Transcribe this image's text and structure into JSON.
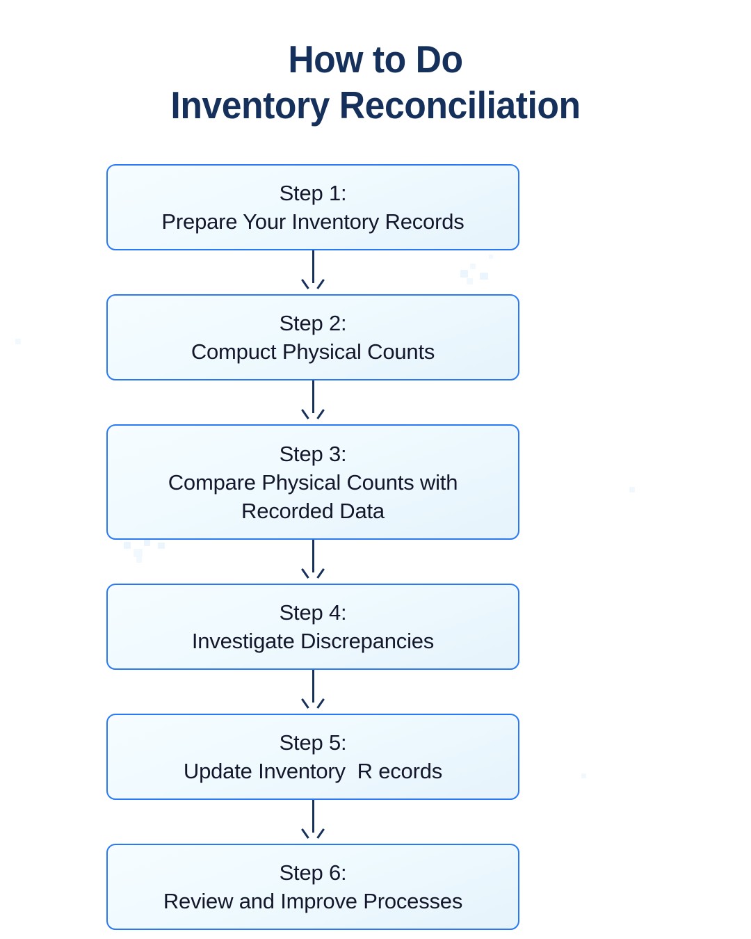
{
  "title": {
    "line1": "How to Do",
    "line2": "Inventory Reconciliation"
  },
  "colors": {
    "title": "#16305c",
    "node_text": "#14162b",
    "node_border": "#2979f5",
    "node_fill_start": "#f6fcff",
    "node_fill_end": "#e6f3fb",
    "connector": "#16305c",
    "background": "#ffffff",
    "deco_speck": "#dceefb"
  },
  "flow": {
    "type": "vertical-linear-flowchart",
    "connector_icon": "down-arrow-icon",
    "steps": [
      {
        "id": "step-1",
        "label": "Step 1:",
        "text": "Prepare Your Inventory Records",
        "lines": 2
      },
      {
        "id": "step-2",
        "label": "Step 2:",
        "text": "Compuct Physical Counts",
        "lines": 2
      },
      {
        "id": "step-3",
        "label": "Step 3:",
        "text": "Compare Physical Counts with",
        "text2": "Recorded Data",
        "lines": 3
      },
      {
        "id": "step-4",
        "label": "Step 4:",
        "text": "Investigate Discrepancies",
        "lines": 2
      },
      {
        "id": "step-5",
        "label": "Step 5:",
        "text": "Update Inventory  R ecords",
        "lines": 2
      },
      {
        "id": "step-6",
        "label": "Step 6:",
        "text": "Review and Improve Processes",
        "lines": 2
      }
    ]
  }
}
